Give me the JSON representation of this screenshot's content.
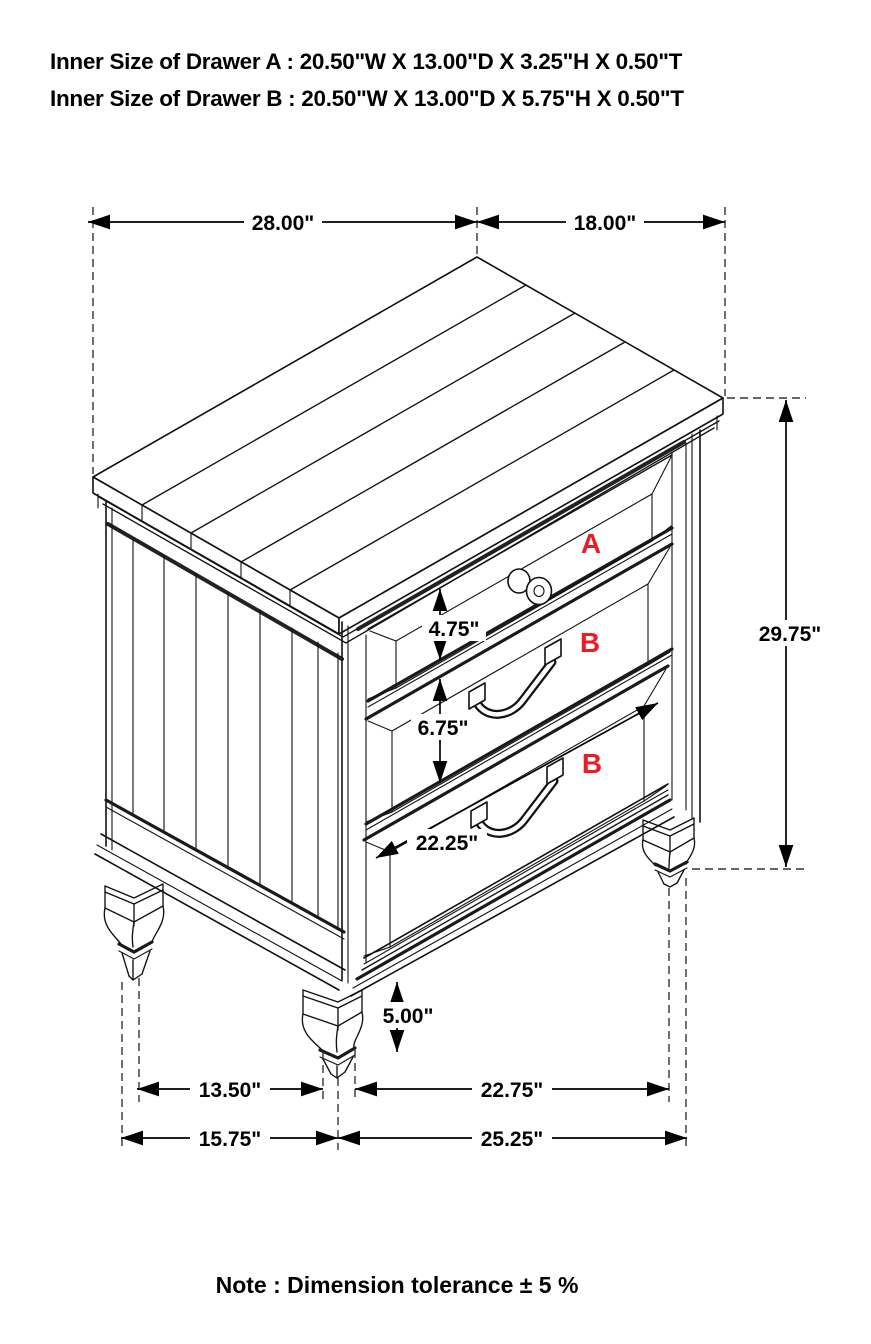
{
  "header": {
    "line1": "Inner Size of Drawer A : 20.50\"W X 13.00\"D X 3.25\"H X 0.50\"T",
    "line2": "Inner Size of Drawer B : 20.50\"W X 13.00\"D X 5.75\"H X 0.50\"T"
  },
  "footer": {
    "note": "Note : Dimension tolerance ± 5 %"
  },
  "drawing": {
    "type": "isometric furniture dimension drawing",
    "object": "3-drawer nightstand",
    "labels": {
      "drawer_a": "A",
      "drawer_b_middle": "B",
      "drawer_b_bottom": "B"
    },
    "dimensions": {
      "top_width": "28.00\"",
      "top_depth": "18.00\"",
      "overall_height": "29.75\"",
      "drawer_a_height": "4.75\"",
      "drawer_b_height": "6.75\"",
      "drawer_front_width": "22.25\"",
      "leg_height": "5.00\"",
      "leg_span_side": "13.50\"",
      "leg_span_front": "22.75\"",
      "base_depth": "15.75\"",
      "base_width": "25.25\""
    },
    "colors": {
      "line": "#111111",
      "label_red": "#ec1c24",
      "background": "#ffffff"
    }
  }
}
